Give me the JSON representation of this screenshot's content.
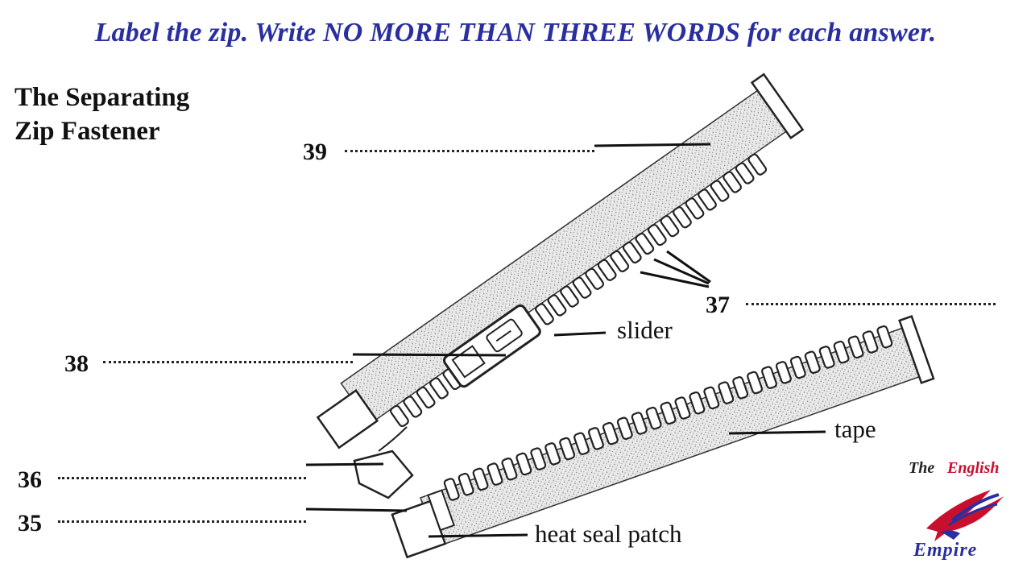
{
  "instruction": "Label the zip. Write NO MORE THAN THREE WORDS for each answer.",
  "title_line1": "The Separating",
  "title_line2": "Zip Fastener",
  "questions": {
    "q39": "39",
    "q37": "37",
    "q38": "38",
    "q36": "36",
    "q35": "35"
  },
  "labels": {
    "slider": "slider",
    "tape": "tape",
    "heat_seal_patch": "heat seal patch"
  },
  "logo": {
    "the": "The",
    "english": "English",
    "empire": "Empire"
  },
  "colors": {
    "instruction": "#2a2fa0",
    "logo_red": "#c8102e",
    "logo_blue": "#2a2fa0"
  }
}
